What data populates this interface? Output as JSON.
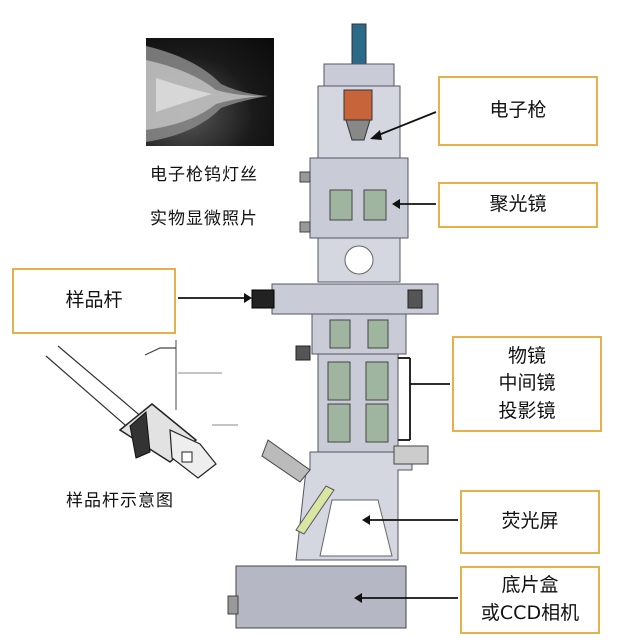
{
  "labels": {
    "electron_gun": "电子枪",
    "condenser": "聚光镜",
    "sample_rod": "样品杆",
    "objective": "物镜",
    "intermediate": "中间镜",
    "projector": "投影镜",
    "screen": "荧光屏",
    "film_box": "底片盒",
    "ccd_camera": "或CCD相机"
  },
  "captions": {
    "filament_photo_line1": "电子枪钨灯丝",
    "filament_photo_line2": "实物显微照片",
    "sample_rod_sketch": "样品杆示意图"
  },
  "colors": {
    "label_border": "#e8b04a",
    "column_fill": "#c9ccd6",
    "column_stroke": "#555566",
    "lens_fill": "#9fb59f"
  }
}
